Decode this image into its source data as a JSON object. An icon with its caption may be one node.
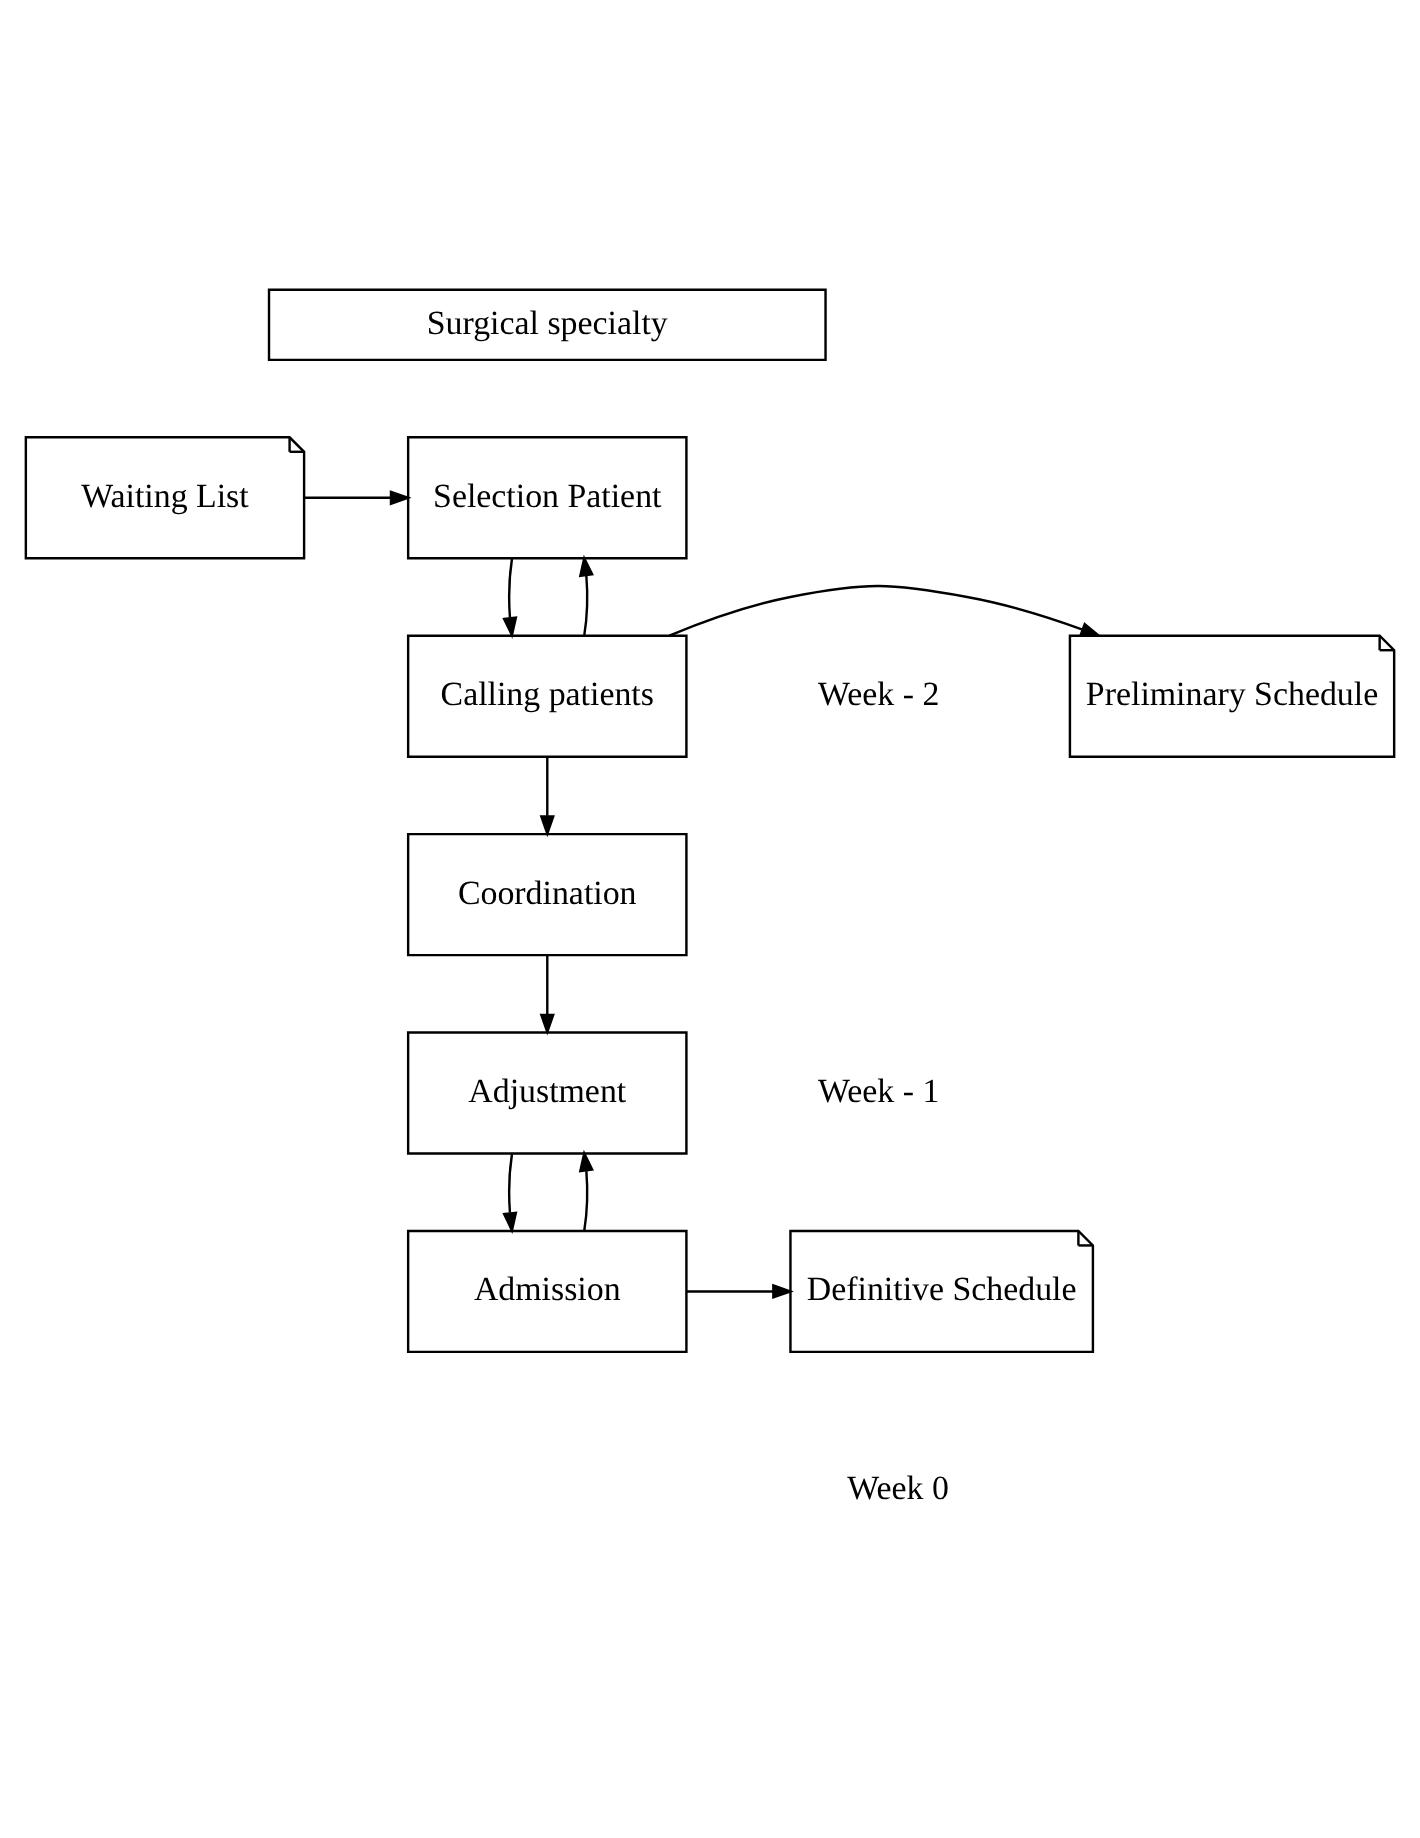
{
  "diagram": {
    "nodes": [
      {
        "text": [
          "Surgical specialty"
        ]
      },
      {
        "text": [
          "Waiting List"
        ]
      },
      {
        "text": [
          "Selection Patient"
        ]
      },
      {
        "text": [
          "Preliminary Schedule"
        ]
      },
      {
        "text": [
          "Calling patients"
        ]
      },
      {
        "text": [
          "Coordination"
        ]
      },
      {
        "text": [
          "Adjustment"
        ]
      },
      {
        "text": [
          "Definitive Schedule"
        ]
      },
      {
        "text": [
          "Admission"
        ]
      }
    ],
    "edges": [
      {
        "from": 1,
        "to": 2,
        "arrow": "to"
      },
      {
        "from": 2,
        "to": 4,
        "arrow": "to"
      },
      {
        "from": 4,
        "to": 2,
        "arrow": "to"
      },
      {
        "from": 4,
        "to": 3,
        "arrow": "to"
      },
      {
        "from": 4,
        "to": 5,
        "arrow": "to"
      },
      {
        "from": 5,
        "to": 6,
        "arrow": "to"
      },
      {
        "from": 6,
        "to": 8,
        "arrow": "to"
      },
      {
        "from": 8,
        "to": 6,
        "arrow": "to"
      },
      {
        "from": 8,
        "to": 7,
        "arrow": "to"
      }
    ],
    "labels": [
      "Week - 2",
      "Week - 1",
      "Week 0"
    ]
  }
}
